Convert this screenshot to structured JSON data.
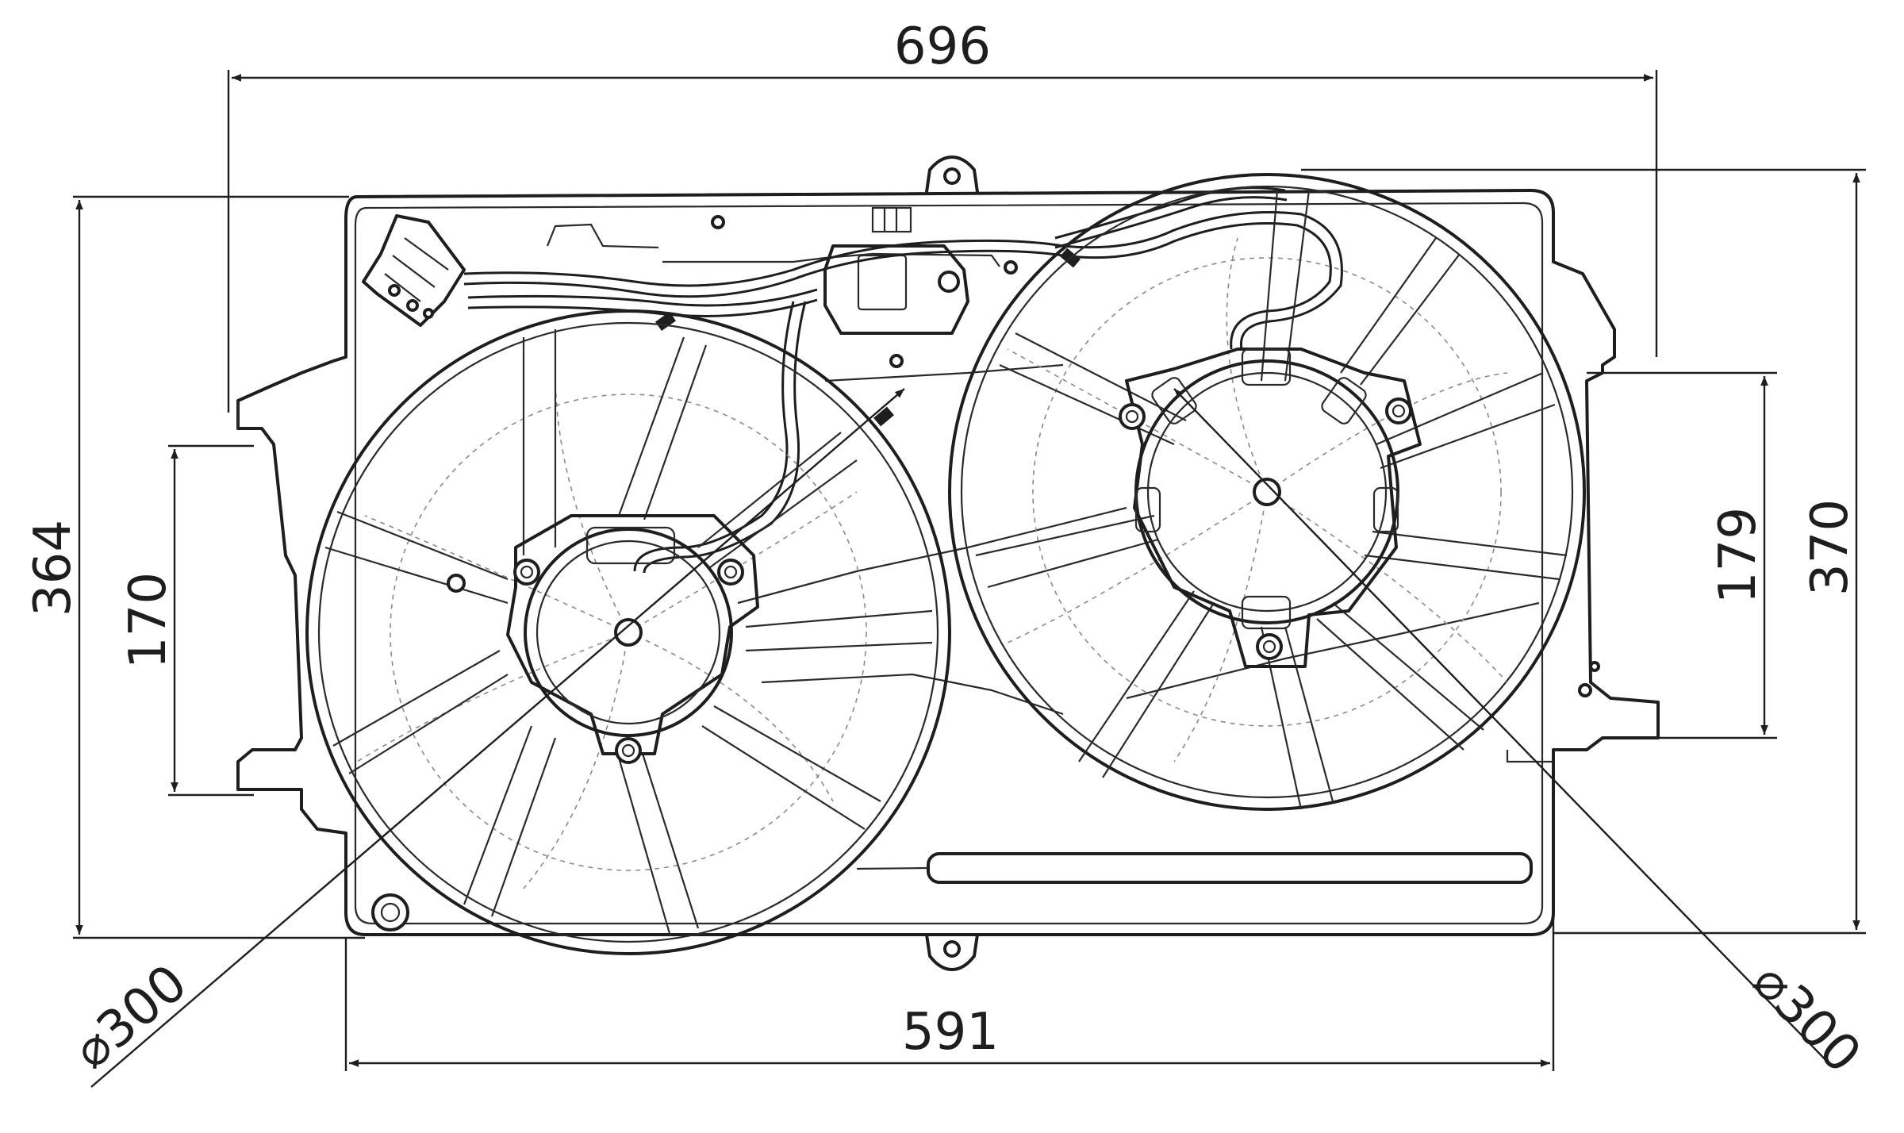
{
  "dimensions": {
    "overall_width": "696",
    "overall_height": "364",
    "left_fan_height": "170",
    "frame_width": "591",
    "right_fan_height": "179",
    "right_height": "370",
    "left_fan_diameter": "⌀300",
    "right_fan_diameter": "⌀300"
  }
}
